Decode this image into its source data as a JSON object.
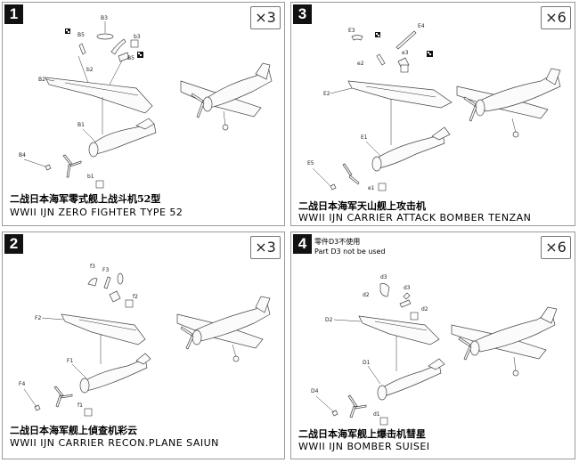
{
  "panels": [
    {
      "number": "1",
      "quantity": "×3",
      "title_cn": "二战日本海军零式舰上战斗机52型",
      "title_en": "WWII IJN ZERO FIGHTER TYPE 52",
      "parts": [
        "B3",
        "B5",
        "b3",
        "b2",
        "B5",
        "B2",
        "B1",
        "B4",
        "b1"
      ]
    },
    {
      "number": "3",
      "quantity": "×6",
      "title_cn": "二战日本海军天山舰上攻击机",
      "title_en": "WWII IJN CARRIER ATTACK BOMBER TENZAN",
      "parts": [
        "E3",
        "E4",
        "e2",
        "e3",
        "E2",
        "E1",
        "E5",
        "e1"
      ]
    },
    {
      "number": "2",
      "quantity": "×3",
      "title_cn": "二战日本海军舰上偵查机彩云",
      "title_en": "WWII IJN CARRIER RECON.PLANE SAIUN",
      "parts": [
        "f3",
        "F3",
        "f2",
        "F2",
        "F1",
        "F4",
        "f1"
      ]
    },
    {
      "number": "4",
      "quantity": "×6",
      "note_cn": "零件D3不使用",
      "note_en": "Part D3 not be used",
      "title_cn": "二战日本海军舰上爆击机彗星",
      "title_en": "WWII IJN BOMBER SUISEI",
      "parts": [
        "d3",
        "d2",
        "d3",
        "d2",
        "D2",
        "D1",
        "D4",
        "d1"
      ]
    }
  ]
}
